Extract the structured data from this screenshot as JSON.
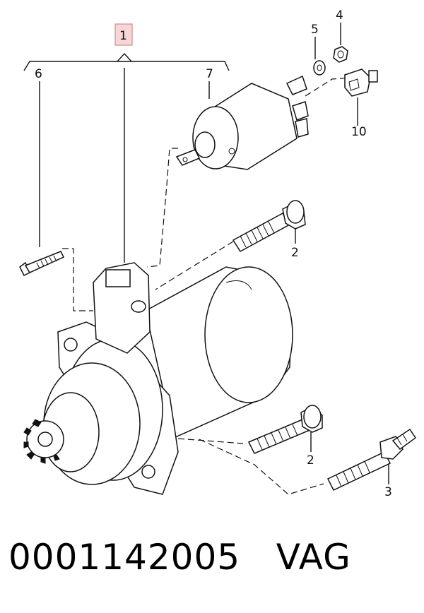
{
  "callouts": {
    "c1": "1",
    "c2a": "2",
    "c2b": "2",
    "c3": "3",
    "c4": "4",
    "c5": "5",
    "c6": "6",
    "c7": "7",
    "c10": "10"
  },
  "caption": "0001142005   VAG"
}
